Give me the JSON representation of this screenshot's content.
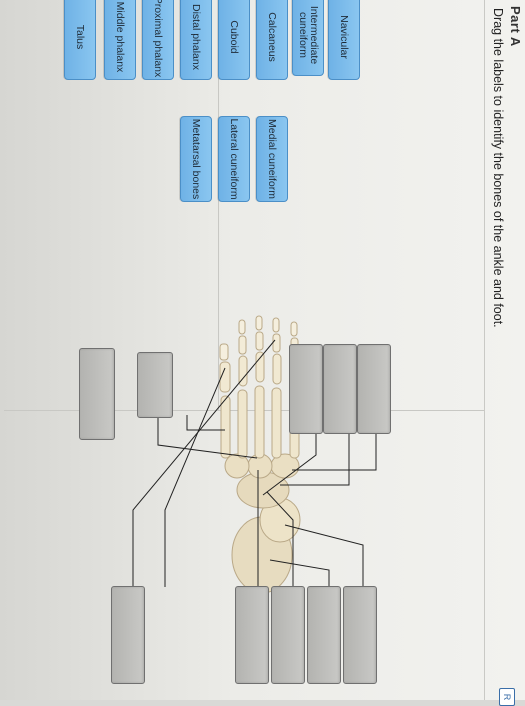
{
  "header": {
    "part": "Part A",
    "instruction": "Drag the labels to identify the bones of the ankle and foot.",
    "reset": "R"
  },
  "labels": [
    {
      "text": "Navicular"
    },
    {
      "text": "Intermediate cuneiform"
    },
    {
      "text": "Calcaneus"
    },
    {
      "text": "Cuboid"
    },
    {
      "text": "Distal phalanx"
    },
    {
      "text": "Proximal phalanx"
    },
    {
      "text": "Middle phalanx"
    },
    {
      "text": "Talus"
    },
    {
      "text": "Medial cuneiform"
    },
    {
      "text": "Lateral cuneiform"
    },
    {
      "text": "Metatarsal bones"
    }
  ],
  "colors": {
    "label_fill": "#7dbcec",
    "label_border": "#4b8fc7",
    "target_fill": "#bdbdba",
    "bone": "#e8dcc0"
  }
}
